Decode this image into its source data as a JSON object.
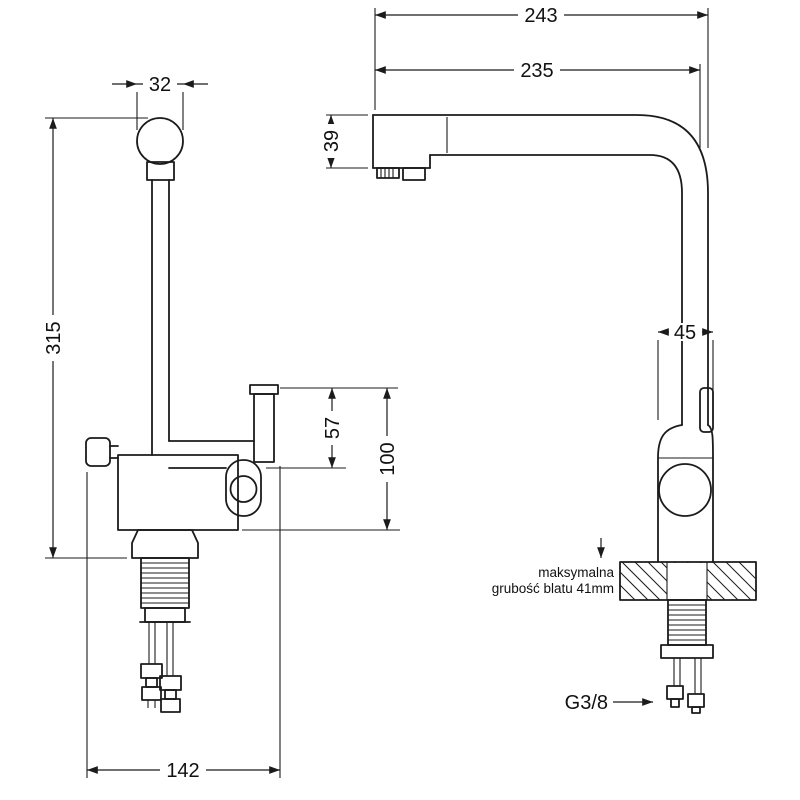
{
  "diagram": {
    "front_view": {
      "head_width": "32",
      "total_height": "315",
      "outlet_top_offset": "57",
      "outlet_height": "100",
      "base_span": "142"
    },
    "side_view": {
      "total_depth": "243",
      "spout_reach": "235",
      "head_height": "39",
      "body_depth": "45",
      "countertop_note_line1": "maksymalna",
      "countertop_note_line2": "grubość blatu 41mm",
      "thread_label": "G3/8"
    }
  }
}
